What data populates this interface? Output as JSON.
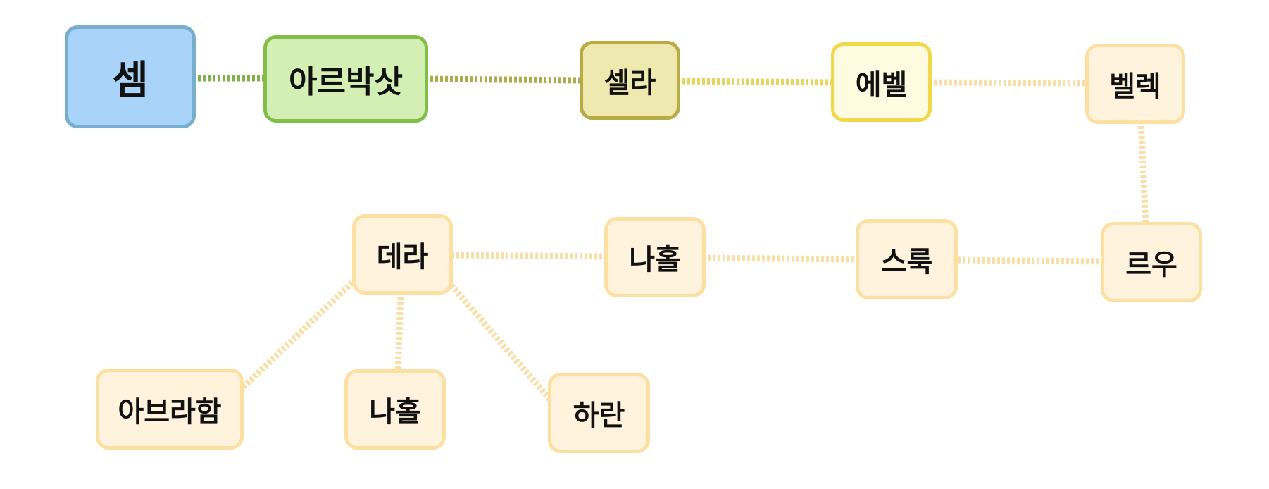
{
  "colors": {
    "blue_fill": "#a9d3f8",
    "blue_border": "#77aecb",
    "green_fill": "#d4efb4",
    "green_border": "#82bd47",
    "olive_fill": "#eee9af",
    "olive_border": "#b9ab44",
    "yellow_fill": "#fffbe1",
    "yellow_border": "#f0d84a",
    "peach_fill": "#fff3dd",
    "peach_border": "#fbe0a2"
  },
  "nodes": {
    "sem": "셈",
    "arpachshad": "아르박삿",
    "shelah": "셀라",
    "eber": "에벨",
    "peleg": "벨렉",
    "reu": "르우",
    "serug": "스룩",
    "nahor_1": "나홀",
    "terah": "데라",
    "abraham": "아브라함",
    "nahor_2": "나홀",
    "haran": "하란"
  },
  "edges": [
    {
      "from": "sem",
      "to": "arpachshad"
    },
    {
      "from": "arpachshad",
      "to": "shelah"
    },
    {
      "from": "shelah",
      "to": "eber"
    },
    {
      "from": "eber",
      "to": "peleg"
    },
    {
      "from": "peleg",
      "to": "reu"
    },
    {
      "from": "reu",
      "to": "serug"
    },
    {
      "from": "serug",
      "to": "nahor_1"
    },
    {
      "from": "nahor_1",
      "to": "terah"
    },
    {
      "from": "terah",
      "to": "abraham"
    },
    {
      "from": "terah",
      "to": "nahor_2"
    },
    {
      "from": "terah",
      "to": "haran"
    }
  ]
}
